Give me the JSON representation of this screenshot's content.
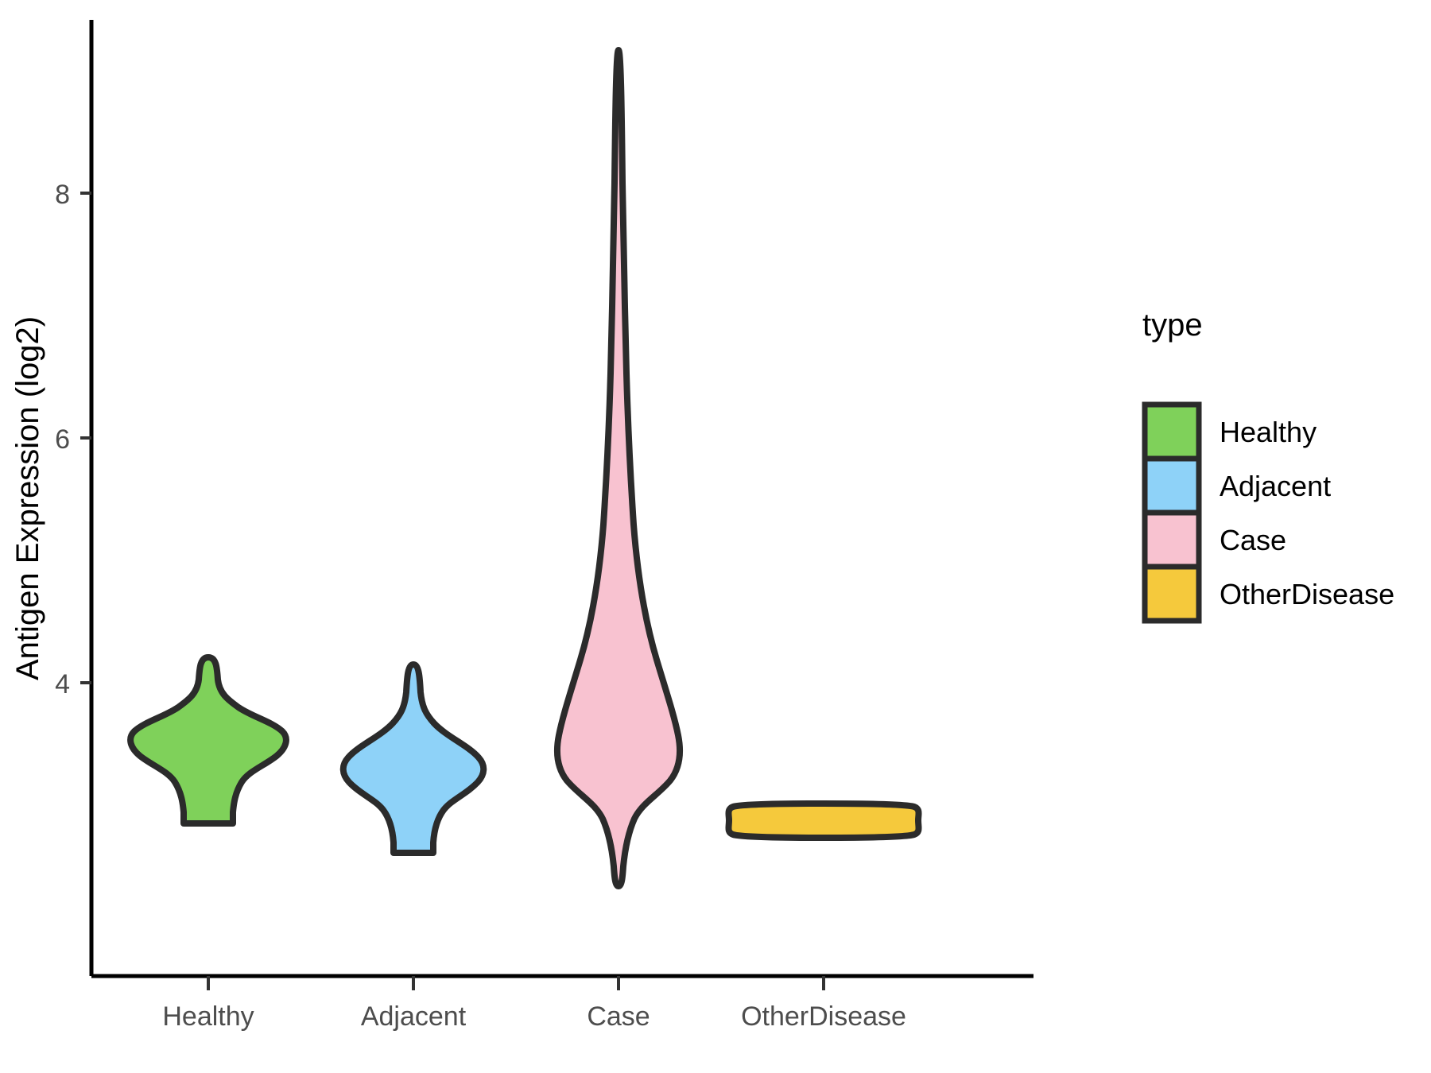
{
  "chart_data": {
    "type": "violin",
    "title": "",
    "xlabel": "",
    "ylabel": "Antigen Expression (log2)",
    "categories": [
      "Healthy",
      "Adjacent",
      "Case",
      "OtherDisease"
    ],
    "y_ticks": [
      "4",
      "6",
      "8"
    ],
    "y_tick_values": [
      4,
      6,
      8
    ],
    "ylim": [
      2.6,
      9.4
    ],
    "grid": false,
    "legend": {
      "title": "type",
      "position": "right",
      "entries": [
        {
          "label": "Healthy",
          "color": "#7FD15A"
        },
        {
          "label": "Adjacent",
          "color": "#8ED2F8"
        },
        {
          "label": "Case",
          "color": "#F8C2D0"
        },
        {
          "label": "OtherDisease",
          "color": "#F5C93C"
        }
      ]
    },
    "series": [
      {
        "name": "Healthy",
        "color": "#7FD15A",
        "outline": "#2b2b2b",
        "min": 3.1,
        "max": 4.26,
        "median": 3.55,
        "q1": 3.38,
        "q3": 3.7,
        "peak_density_value": 3.62,
        "notes": "broad unimodal body centred near 3.6 with narrow upper tail to 4.26 and flat truncated base at 3.10"
      },
      {
        "name": "Adjacent",
        "color": "#8ED2F8",
        "outline": "#2b2b2b",
        "min": 2.95,
        "max": 4.2,
        "median": 3.42,
        "q1": 3.26,
        "q3": 3.6,
        "peak_density_value": 3.46,
        "notes": "diamond shaped body centred near 3.45 with thin upper spike to 4.20 and thin lower tail to 2.95"
      },
      {
        "name": "Case",
        "color": "#F8C2D0",
        "outline": "#2b2b2b",
        "min": 2.92,
        "max": 9.35,
        "median": 3.5,
        "q1": 3.3,
        "q3": 3.78,
        "peak_density_value": 3.55,
        "notes": "heavy lower body near 3.5 with an extremely long thin upper tail reaching 9.35; faint bulge around 7.0-7.8"
      },
      {
        "name": "OtherDisease",
        "color": "#F5C93C",
        "outline": "#2b2b2b",
        "min": 3.26,
        "max": 3.46,
        "median": 3.36,
        "q1": 3.31,
        "q3": 3.41,
        "peak_density_value": 3.36,
        "notes": "extremely flat wide slab spanning only 3.26-3.46, nearly rectangular"
      }
    ]
  },
  "axes": {
    "y_axis_label": "Antigen Expression (log2)",
    "y_ticks": [
      {
        "label": "8",
        "value": 8
      },
      {
        "label": "6",
        "value": 6
      },
      {
        "label": "4",
        "value": 4
      }
    ],
    "x_ticks": [
      {
        "label": "Healthy"
      },
      {
        "label": "Adjacent"
      },
      {
        "label": "Case"
      },
      {
        "label": "OtherDisease"
      }
    ]
  },
  "legend": {
    "title": "type",
    "items": [
      {
        "label": "Healthy",
        "color": "#7FD15A"
      },
      {
        "label": "Adjacent",
        "color": "#8ED2F8"
      },
      {
        "label": "Case",
        "color": "#F8C2D0"
      },
      {
        "label": "OtherDisease",
        "color": "#F5C93C"
      }
    ]
  },
  "colors": {
    "healthy": "#7FD15A",
    "adjacent": "#8ED2F8",
    "case": "#F8C2D0",
    "other_disease": "#F5C93C",
    "outline": "#2b2b2b",
    "axis": "#000000",
    "tick_text": "#4d4d4d",
    "background": "#ffffff"
  }
}
